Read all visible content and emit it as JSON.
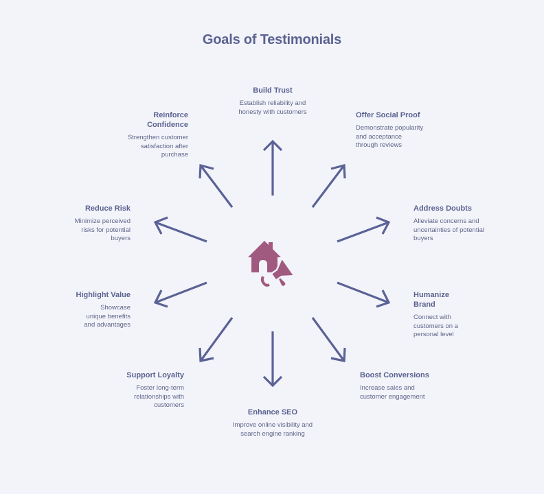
{
  "title": "Goals of Testimonials",
  "colors": {
    "background": "#f3f4fa",
    "arrow": "#5a6296",
    "text": "#5a6290",
    "hub_icon": "#a05a80"
  },
  "hub": {
    "icon": "house-megaphone-icon"
  },
  "goals": [
    {
      "id": "build-trust",
      "title": "Build Trust",
      "description": "Establish reliability and honesty with customers",
      "direction": "up"
    },
    {
      "id": "offer-social-proof",
      "title": "Offer Social Proof",
      "description": "Demonstrate popularity and acceptance through reviews",
      "direction": "up-right"
    },
    {
      "id": "address-doubts",
      "title": "Address Doubts",
      "description": "Alleviate concerns and uncertainties of potential buyers",
      "direction": "right-up"
    },
    {
      "id": "humanize-brand",
      "title": "Humanize Brand",
      "description": "Connect with customers on a personal level",
      "direction": "right-down"
    },
    {
      "id": "boost-conversions",
      "title": "Boost Conversions",
      "description": "Increase sales and customer engagement",
      "direction": "down-right"
    },
    {
      "id": "enhance-seo",
      "title": "Enhance SEO",
      "description": "Improve online visibility and search engine ranking",
      "direction": "down"
    },
    {
      "id": "support-loyalty",
      "title": "Support Loyalty",
      "description": "Foster long-term relationships with customers",
      "direction": "down-left"
    },
    {
      "id": "highlight-value",
      "title": "Highlight Value",
      "description": "Showcase unique benefits and advantages",
      "direction": "left-down"
    },
    {
      "id": "reduce-risk",
      "title": "Reduce Risk",
      "description": "Minimize perceived risks for potential buyers",
      "direction": "left-up"
    },
    {
      "id": "reinforce-confidence",
      "title": "Reinforce Confidence",
      "description": "Strengthen customer satisfaction after purchase",
      "direction": "up-left"
    }
  ]
}
